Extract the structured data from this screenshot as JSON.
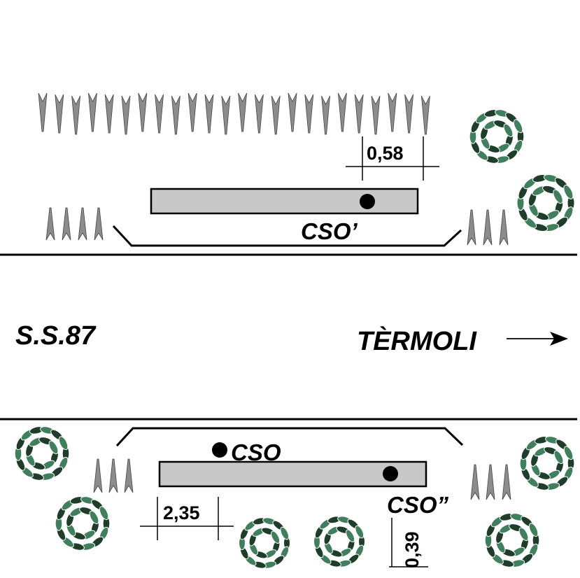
{
  "road": {
    "name": "S.S.87",
    "direction": "TÈRMOLI"
  },
  "points": {
    "north": "CSO’",
    "south_left": "CSO",
    "south_right": "CSO”"
  },
  "dimensions": {
    "north_offset": "0,58",
    "south_offset": "2,35",
    "south_vertical": "0,39"
  },
  "icons": {
    "grass": "grass-tuft-icon",
    "shrub": "shrub-icon",
    "arrow": "arrow-right-icon"
  },
  "colors": {
    "shrub_fill": "#3f7f5c",
    "shrub_dark": "#1e3d2b",
    "slab": "#c8c8c8",
    "grass": "#8c8c8c"
  }
}
